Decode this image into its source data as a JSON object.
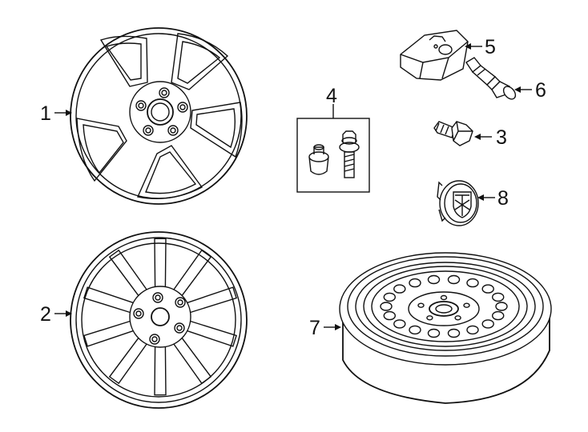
{
  "callouts": [
    {
      "id": "1",
      "text": "1"
    },
    {
      "id": "2",
      "text": "2"
    },
    {
      "id": "3",
      "text": "3"
    },
    {
      "id": "4",
      "text": "4"
    },
    {
      "id": "5",
      "text": "5"
    },
    {
      "id": "6",
      "text": "6"
    },
    {
      "id": "7",
      "text": "7"
    },
    {
      "id": "8",
      "text": "8"
    }
  ],
  "parts": {
    "wheel_5spoke": "alloy-wheel-5-double-spoke",
    "wheel_10spoke": "alloy-wheel-10-spoke",
    "lug_bolt": "wheel-lug-bolt",
    "lock_kit": "wheel-lock-kit",
    "tpms_sensor": "tire-pressure-sensor",
    "valve_stem": "valve-stem",
    "spare_wheel": "spare-wheel-assembly",
    "center_cap": "wheel-center-cap"
  },
  "colors": {
    "line": "#111111",
    "background": "#ffffff"
  }
}
